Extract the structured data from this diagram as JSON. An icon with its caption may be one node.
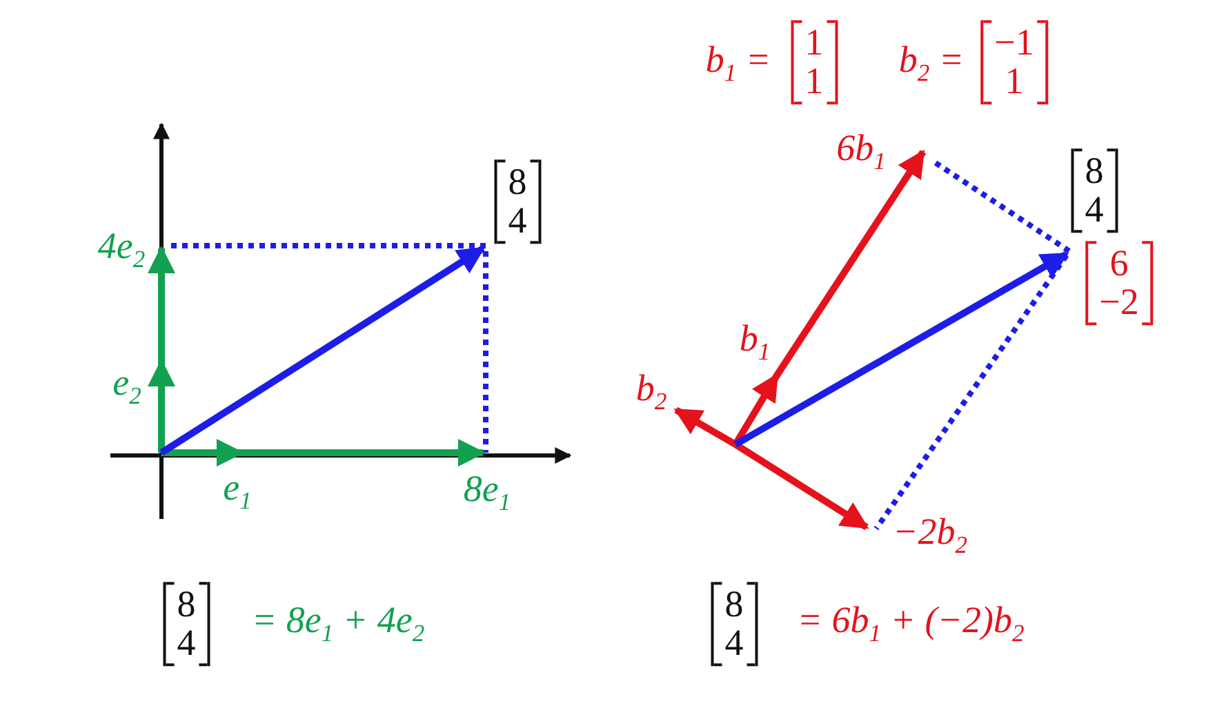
{
  "diagram": {
    "labels": [
      "b$_{1}$ =",
      "1",
      "1",
      "b$_{2}$ =",
      "−1",
      "1",
      "8",
      "4",
      "6b$_{1}$",
      "8",
      "4",
      "4e$_{2}$",
      "6",
      "−2",
      "b$_{1}$",
      "e$_{2}$",
      "b$_{2}$",
      "e$_{1}$",
      "8e$_{1}$",
      "−2b$_{2}$",
      "8",
      "4",
      "= 8e$_{1}$ + 4e$_{2}$",
      "8",
      "4",
      "= 6b$_{1}$ + (−2)b$_{2}$"
    ]
  }
}
